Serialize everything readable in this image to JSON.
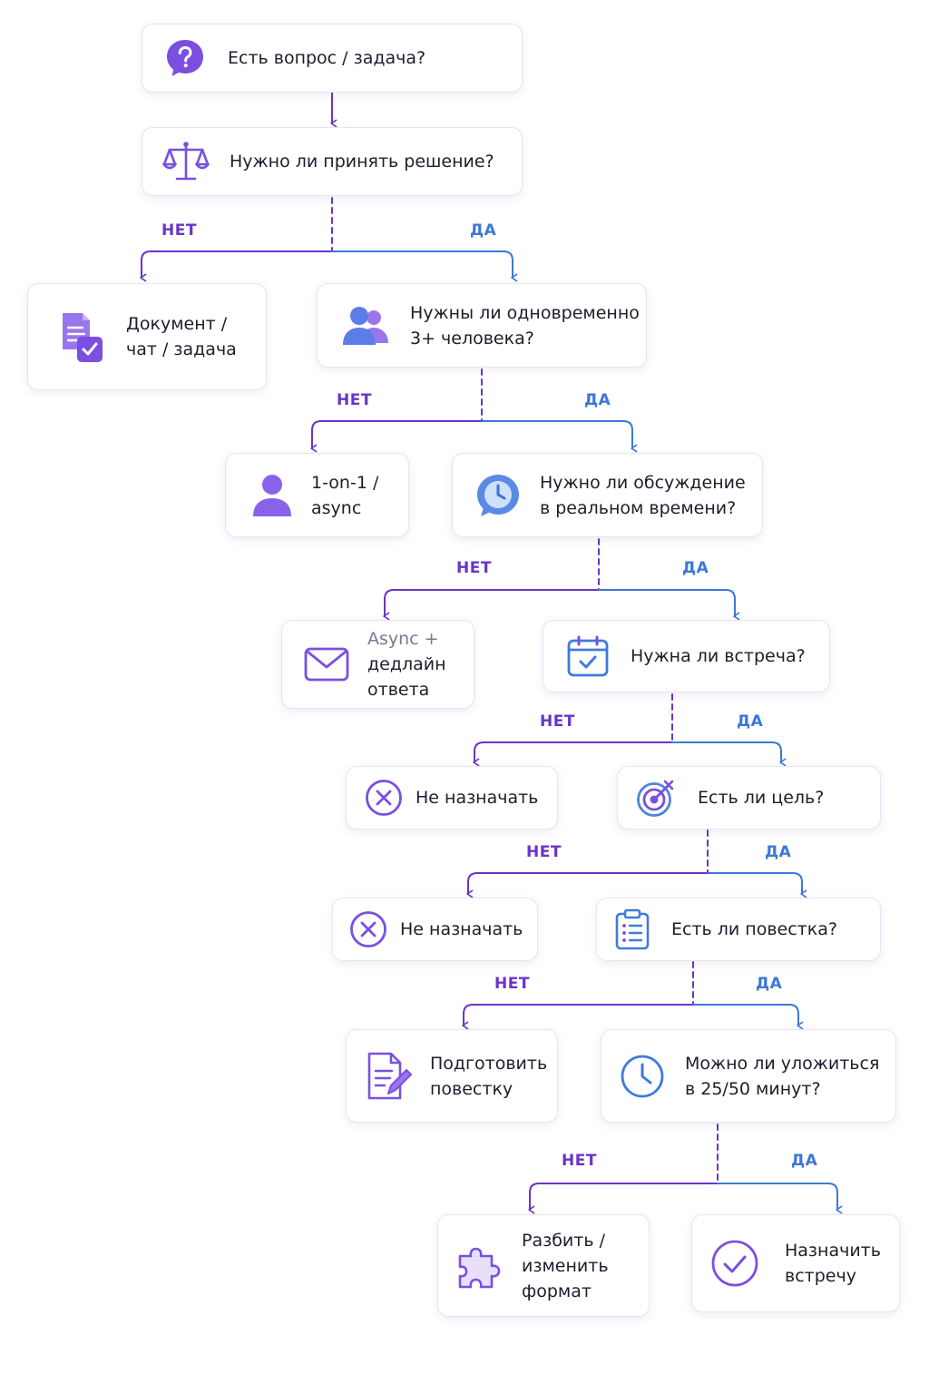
{
  "labels": {
    "no": "НЕТ",
    "yes": "ДА"
  },
  "colors": {
    "no_branch": "#6a34c8",
    "yes_branch": "#3c78d6",
    "icon_purple": "#7b4fe0",
    "icon_blue": "#3f7bd9"
  },
  "nodes": {
    "start": {
      "icon": "question-bubble-icon",
      "lines": [
        "Есть вопрос / задача?"
      ]
    },
    "decision_needed": {
      "icon": "scales-icon",
      "lines": [
        "Нужно ли принять решение?"
      ]
    },
    "doc_chat_task": {
      "icon": "document-check-icon",
      "lines": [
        "Документ /",
        "чат / задача"
      ]
    },
    "three_people": {
      "icon": "users-icon",
      "lines": [
        "Нужны ли одновременно",
        "3+ человека?"
      ]
    },
    "one_on_one": {
      "icon": "user-icon",
      "lines": [
        "1-on-1 /",
        "async"
      ]
    },
    "realtime": {
      "icon": "clock-bubble-icon",
      "lines": [
        "Нужно ли обсуждение",
        "в реальном времени?"
      ]
    },
    "async_deadline": {
      "icon": "envelope-icon",
      "prefix": "Async +",
      "lines": [
        "дедлайн",
        "ответа"
      ]
    },
    "meeting_needed": {
      "icon": "calendar-check-icon",
      "lines": [
        "Нужна ли встреча?"
      ]
    },
    "dont_schedule_1": {
      "icon": "x-circle-icon",
      "lines": [
        "Не назначать"
      ]
    },
    "has_goal": {
      "icon": "target-icon",
      "lines": [
        "Есть ли цель?"
      ]
    },
    "dont_schedule_2": {
      "icon": "x-circle-icon",
      "lines": [
        "Не назначать"
      ]
    },
    "has_agenda": {
      "icon": "clipboard-list-icon",
      "lines": [
        "Есть ли повестка?"
      ]
    },
    "prepare_agenda": {
      "icon": "document-edit-icon",
      "lines": [
        "Подготовить",
        "повестку"
      ]
    },
    "time_fit": {
      "icon": "clock-icon",
      "lines": [
        "Можно ли уложиться",
        "в 25/50 минут?"
      ]
    },
    "split_change": {
      "icon": "puzzle-icon",
      "lines": [
        "Разбить /",
        "изменить",
        "формат"
      ]
    },
    "schedule": {
      "icon": "check-circle-icon",
      "lines": [
        "Назначить",
        "встречу"
      ]
    }
  }
}
